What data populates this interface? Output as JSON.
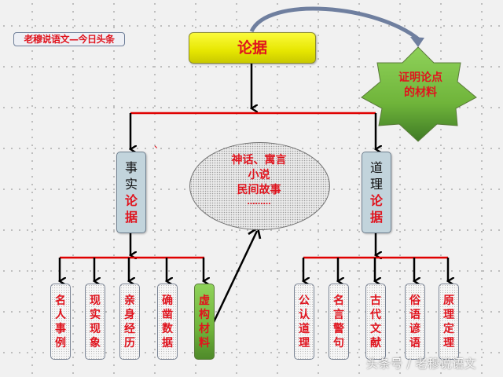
{
  "source_tag": "老穆说语文—今日头条",
  "root": {
    "label": "论据"
  },
  "definition": {
    "lines": [
      "证明论点",
      "的材料"
    ]
  },
  "branches": {
    "fact": {
      "black": [
        "事",
        "实"
      ],
      "red": [
        "论",
        "据"
      ]
    },
    "reason": {
      "black": [
        "道",
        "理"
      ],
      "red": [
        "论",
        "据"
      ]
    }
  },
  "fact_items": [
    {
      "label": "名人事例",
      "chars": [
        "名",
        "人",
        "事",
        "例"
      ]
    },
    {
      "label": "现实现象",
      "chars": [
        "现",
        "实",
        "现",
        "象"
      ]
    },
    {
      "label": "亲身经历",
      "chars": [
        "亲",
        "身",
        "经",
        "历"
      ]
    },
    {
      "label": "确凿数据",
      "chars": [
        "确",
        "凿",
        "数",
        "据"
      ]
    },
    {
      "label": "虚构材料",
      "chars": [
        "虚",
        "构",
        "材",
        "料"
      ]
    }
  ],
  "reason_items": [
    {
      "label": "公认道理",
      "chars": [
        "公",
        "认",
        "道",
        "理"
      ]
    },
    {
      "label": "名言警句",
      "chars": [
        "名",
        "言",
        "警",
        "句"
      ]
    },
    {
      "label": "古代文献",
      "chars": [
        "古",
        "代",
        "文",
        "献"
      ]
    },
    {
      "label": "俗语谚语",
      "chars": [
        "俗",
        "语",
        "谚",
        "语"
      ]
    },
    {
      "label": "原理定理",
      "chars": [
        "原",
        "理",
        "定",
        "理"
      ]
    }
  ],
  "fiction_examples": {
    "lines": [
      "神话、寓言",
      "小说",
      "民间故事",
      "………"
    ]
  },
  "stray_mark": "、",
  "footer_watermark": "头条号 / 老穆说语文",
  "colors": {
    "text_red": "#e0141e",
    "connector_red": "#e00000",
    "root_yellow": "#e6e600",
    "star_green": "#6fb43a",
    "box_blue": "#c2d4dc"
  }
}
